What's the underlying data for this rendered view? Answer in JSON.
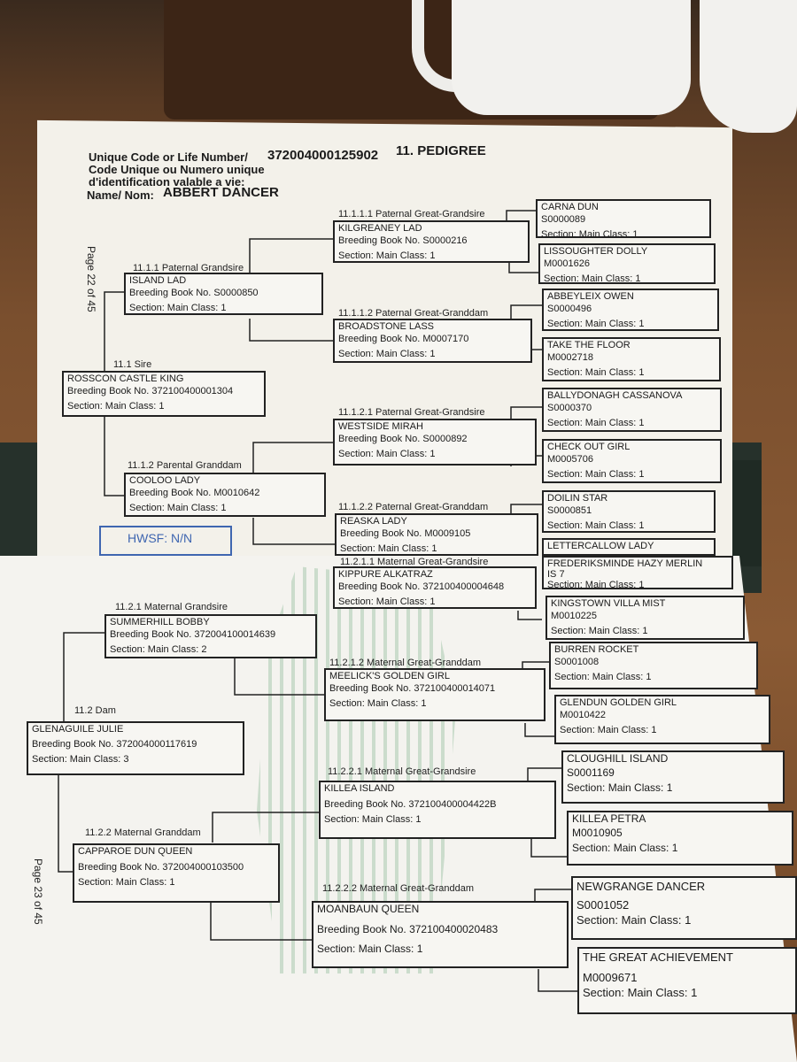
{
  "header": {
    "code_label_1": "Unique Code or Life Number/",
    "code_label_2": "Code  Unique ou Numero unique",
    "code_label_3": "d'identification valable a vie:",
    "name_label": "Name/ Nom:",
    "life_number": "372004000125902",
    "section_title": "11. PEDIGREE",
    "name": "ABBERT DANCER"
  },
  "page_numbers": {
    "top": "Page 22 of 45",
    "bottom": "Page 23 of 45"
  },
  "stamp_text": "HWSF: N/N",
  "pedigree": {
    "sire": {
      "label": "11.1 Sire",
      "name": "ROSSCON CASTLE KING",
      "book": "Breeding Book No. 372100400001304",
      "section": "Section: Main Class: 1"
    },
    "paternal_grandsire": {
      "label": "11.1.1 Paternal Grandsire",
      "name": "ISLAND LAD",
      "book": "Breeding Book No. S0000850",
      "section": "Section: Main Class: 1"
    },
    "pgs_sire": {
      "label": "11.1.1.1 Paternal Great-Grandsire",
      "name": "KILGREANEY LAD",
      "book": "Breeding Book No. S0000216",
      "section": "Section: Main Class: 1"
    },
    "pgs_dam": {
      "label": "11.1.1.2 Paternal Great-Granddam",
      "name": "BROADSTONE LASS",
      "book": "Breeding Book No. M0007170",
      "section": "Section: Main Class: 1"
    },
    "paternal_granddam": {
      "label": "11.1.2 Parental Granddam",
      "name": "COOLOO LADY",
      "book": "Breeding Book No. M0010642",
      "section": "Section: Main Class: 1"
    },
    "pgd_sire": {
      "label": "11.1.2.1 Paternal Great-Grandsire",
      "name": "WESTSIDE MIRAH",
      "book": "Breeding Book No. S0000892",
      "section": "Section: Main Class: 1"
    },
    "pgd_dam": {
      "label": "11.1.2.2 Paternal Great-Granddam",
      "name": "REASKA LADY",
      "book": "Breeding Book No. M0009105",
      "section": "Section: Main Class: 1"
    },
    "g4_top": [
      {
        "name": "CARNA DUN",
        "no": "S0000089",
        "section": "Section: Main Class: 1"
      },
      {
        "name": "LISSOUGHTER DOLLY",
        "no": "M0001626",
        "section": "Section: Main Class: 1"
      },
      {
        "name": "ABBEYLEIX OWEN",
        "no": "S0000496",
        "section": "Section: Main Class: 1"
      },
      {
        "name": "TAKE THE FLOOR",
        "no": "M0002718",
        "section": "Section: Main Class: 1"
      },
      {
        "name": "BALLYDONAGH CASSANOVA",
        "no": "S0000370",
        "section": "Section: Main Class: 1"
      },
      {
        "name": "CHECK OUT GIRL",
        "no": "M0005706",
        "section": "Section: Main Class: 1"
      },
      {
        "name": "DOILIN STAR",
        "no": "S0000851",
        "section": "Section: Main Class: 1"
      },
      {
        "name": "LETTERCALLOW LADY",
        "no": "",
        "section": ""
      }
    ],
    "dam": {
      "label": "11.2 Dam",
      "name": "GLENAGUILE JULIE",
      "book": "Breeding Book No. 372004000117619",
      "section": "Section: Main Class: 3"
    },
    "maternal_grandsire": {
      "label": "11.2.1 Maternal Grandsire",
      "name": "SUMMERHILL BOBBY",
      "book": "Breeding Book No. 372004100014639",
      "section": "Section: Main Class: 2"
    },
    "mgs_sire": {
      "label": "11.2.1.1 Maternal Great-Grandsire",
      "name": "KIPPURE ALKATRAZ",
      "book": "Breeding Book No. 372100400004648",
      "section": "Section: Main Class: 1"
    },
    "mgs_dam": {
      "label": "11.2.1.2 Maternal Great-Granddam",
      "name": "MEELICK'S GOLDEN GIRL",
      "book": "Breeding Book No. 372100400014071",
      "section": "Section: Main Class: 1"
    },
    "maternal_granddam": {
      "label": "11.2.2 Maternal Granddam",
      "name": "CAPPAROE DUN QUEEN",
      "book": "Breeding Book No. 372004000103500",
      "section": "Section: Main Class: 1"
    },
    "mgd_sire": {
      "label": "11.2.2.1 Maternal Great-Grandsire",
      "name": "KILLEA ISLAND",
      "book": "Breeding Book No. 372100400004422B",
      "section": "Section: Main Class: 1"
    },
    "mgd_dam": {
      "label": "11.2.2.2 Maternal Great-Granddam",
      "name": "MOANBAUN QUEEN",
      "book": "Breeding Book No. 372100400020483",
      "section": "Section: Main Class: 1"
    },
    "g4_bottom": [
      {
        "name": "FREDERIKSMINDE HAZY MERLIN",
        "no": "IS 7",
        "section": "Section: Main Class: 1"
      },
      {
        "name": "KINGSTOWN VILLA MIST",
        "no": "M0010225",
        "section": "Section: Main Class: 1"
      },
      {
        "name": "BURREN ROCKET",
        "no": "S0001008",
        "section": "Section: Main Class: 1"
      },
      {
        "name": "GLENDUN GOLDEN GIRL",
        "no": "M0010422",
        "section": "Section: Main Class: 1"
      },
      {
        "name": "CLOUGHILL ISLAND",
        "no": "S0001169",
        "section": "Section: Main Class: 1"
      },
      {
        "name": "KILLEA PETRA",
        "no": "M0010905",
        "section": "Section: Main Class: 1"
      },
      {
        "name": "NEWGRANGE DANCER",
        "no": "S0001052",
        "section": "Section: Main Class: 1"
      },
      {
        "name": "THE GREAT ACHIEVEMENT",
        "no": "M0009671",
        "section": "Section: Main Class: 1"
      }
    ]
  }
}
